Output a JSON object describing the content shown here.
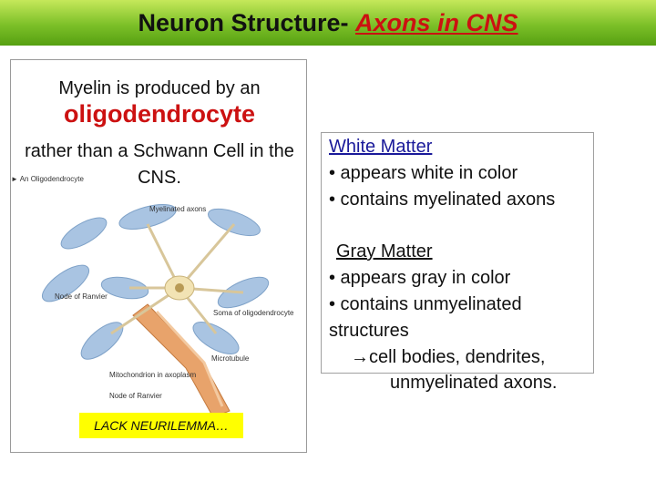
{
  "title": {
    "main": "Neuron Structure-",
    "accent": "Axons in CNS"
  },
  "figure": {
    "intro_line1": "Myelin is produced by an",
    "intro_line2": "oligodendrocyte",
    "intro_line3": "rather than a Schwann Cell in the CNS.",
    "callout": "► An Oligodendrocyte",
    "labels": {
      "myelinated_axons": "Myelinated axons",
      "node_of_ranvier": "Node of Ranvier",
      "soma": "Soma of oligodendrocyte",
      "microtubule": "Microtubule",
      "mitochondrion": "Mitochondrion in axoplasm",
      "node_bottom": "Node of Ranvier"
    },
    "highlight": "LACK NEURILEMMA…"
  },
  "notes": {
    "white_heading": "White Matter",
    "white_items": [
      "• appears white in color",
      "• contains myelinated axons"
    ],
    "gray_heading": "Gray Matter",
    "gray_items": [
      "• appears gray in color",
      "• contains unmyelinated",
      "structures"
    ],
    "gray_arrow_line": "→cell bodies, dendrites,",
    "gray_last_line": "unmyelinated axons."
  },
  "colors": {
    "title_green": "#7cc028",
    "accent_red": "#cc1111",
    "highlight_yellow": "#ffff00",
    "myelin_blue": "#a9c4e2"
  }
}
